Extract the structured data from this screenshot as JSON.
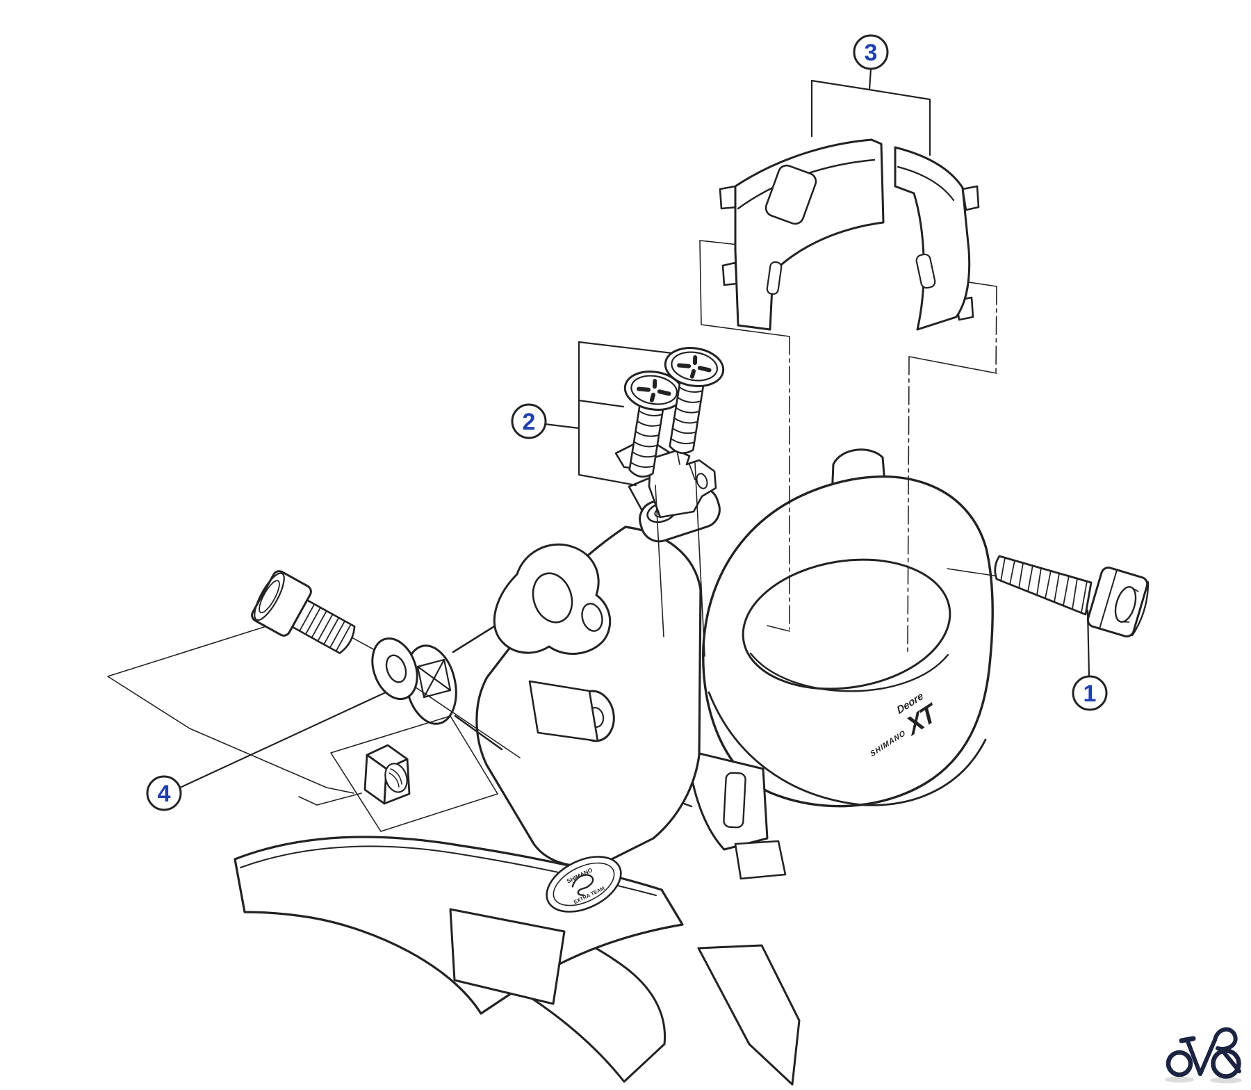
{
  "page": {
    "background_color": "#ffffff"
  },
  "diagram": {
    "type": "exploded-parts-diagram",
    "line_color": "#222222",
    "callout": {
      "number_color": "#1e3fae",
      "circle_stroke_color": "#222222",
      "items": {
        "c1": {
          "number": "1"
        },
        "c2": {
          "number": "2"
        },
        "c3": {
          "number": "3"
        },
        "c4": {
          "number": "4"
        }
      }
    },
    "clamp_logo": {
      "brand": "SHIMANO",
      "series": "Deore",
      "model": "XT"
    },
    "cage_badge": {
      "top": "SHIMANO",
      "bottom": "EXTRA TEAM"
    },
    "watermark_color": "#1b2340"
  }
}
